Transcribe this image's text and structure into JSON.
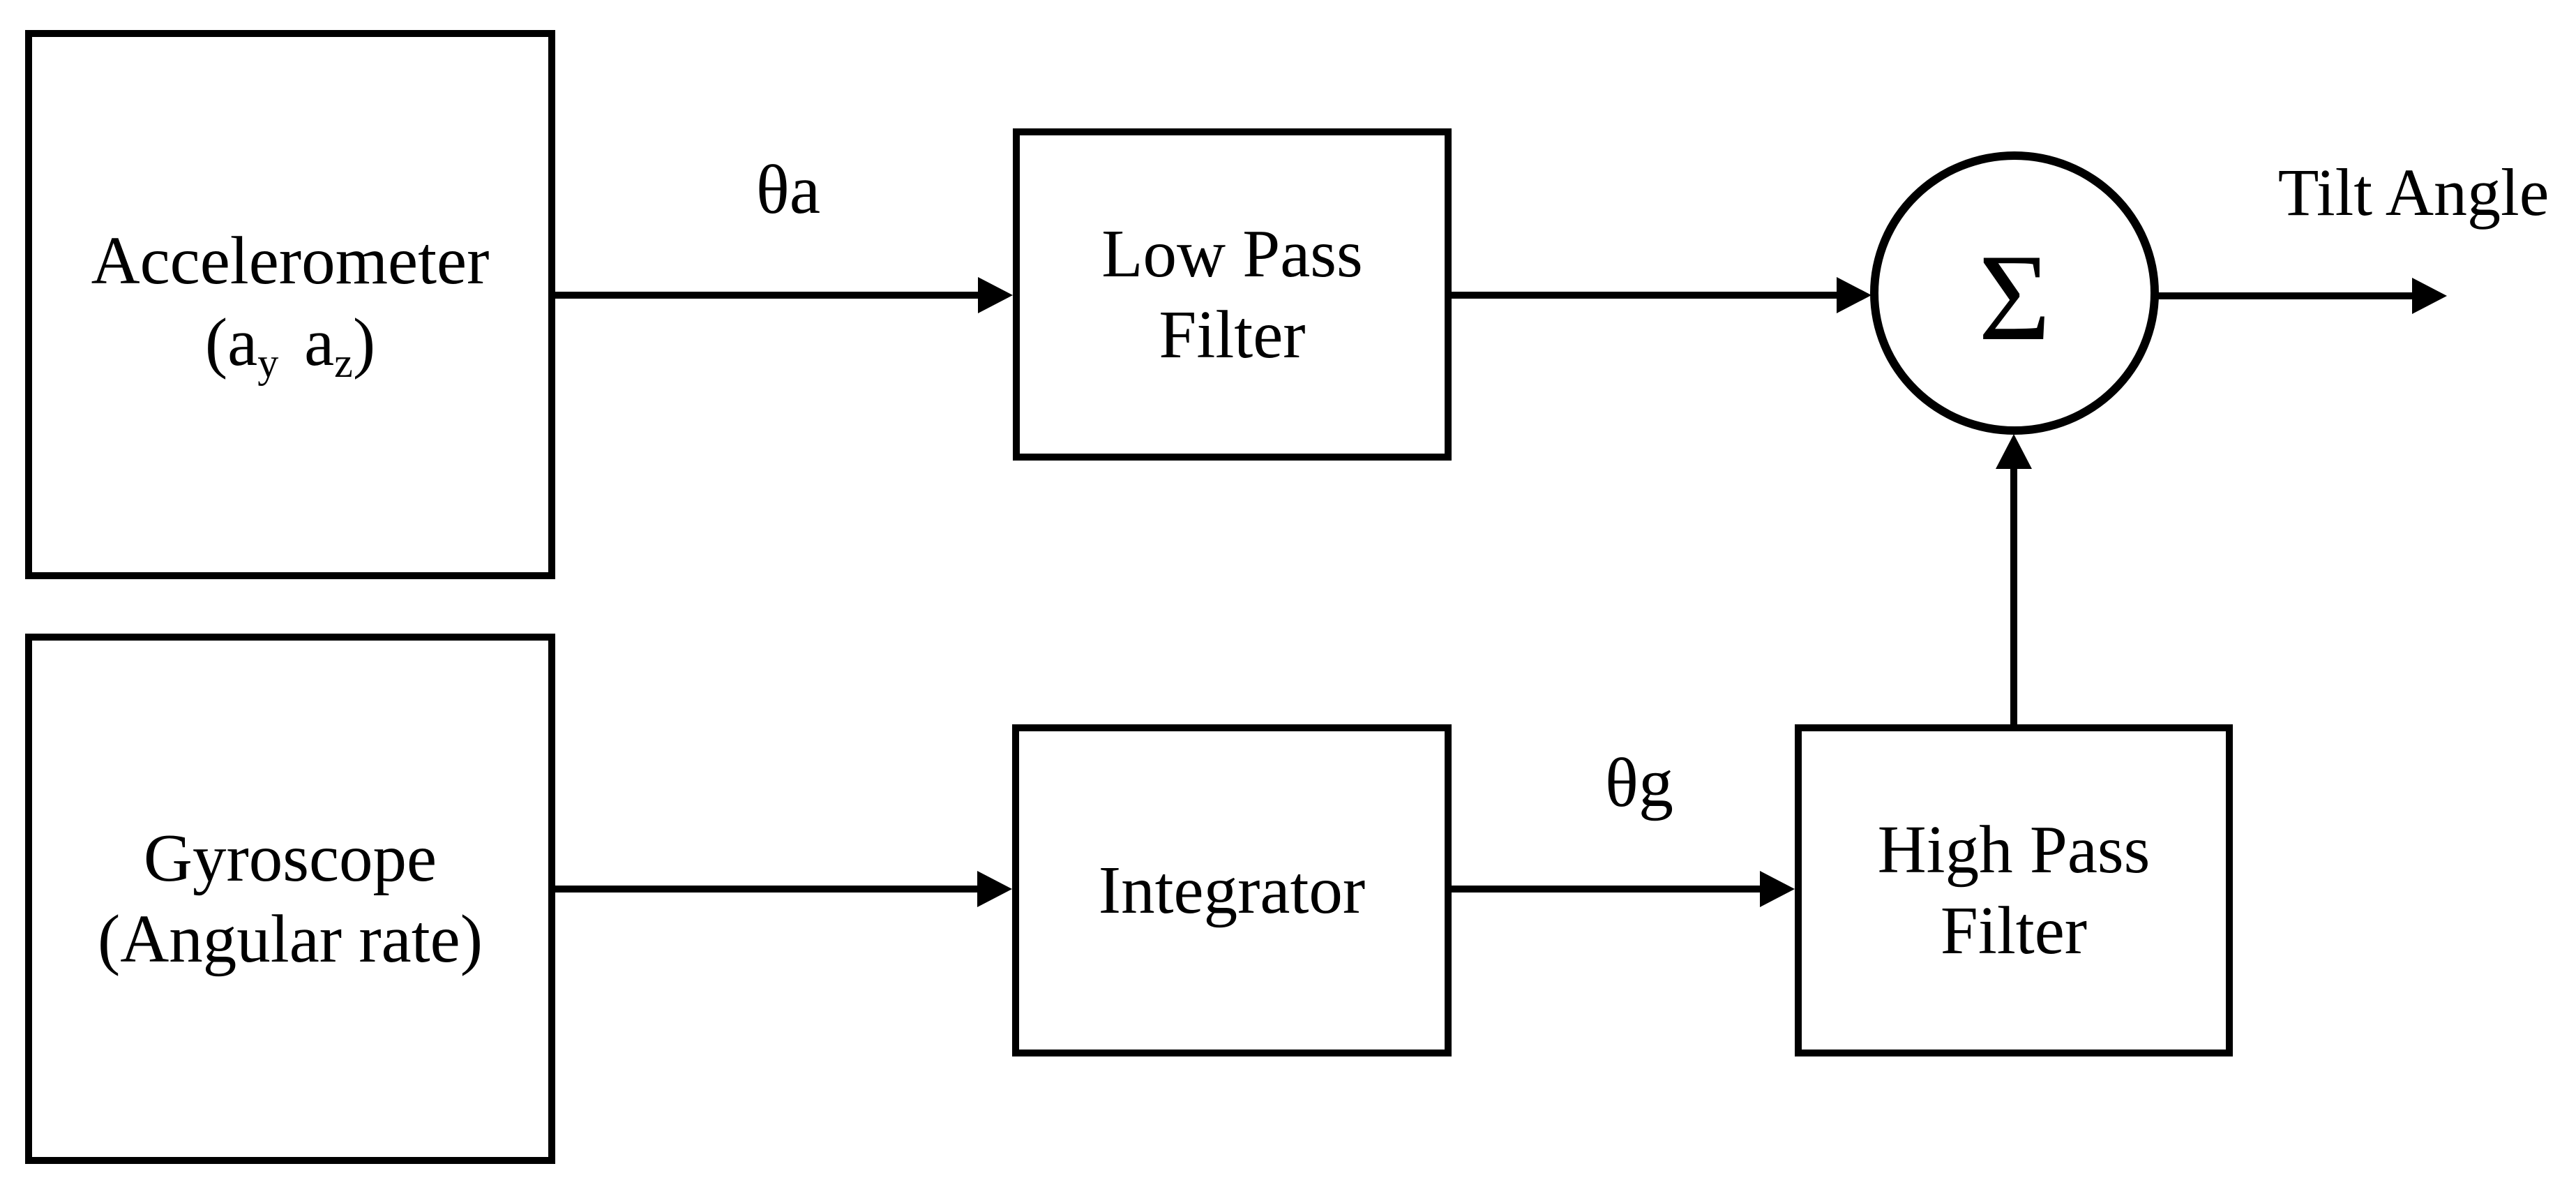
{
  "nodes": {
    "accelerometer": {
      "line1": "Accelerometer",
      "formula_open": "(a",
      "formula_sub1": "y",
      "formula_mid": "a",
      "formula_sub2": "z",
      "formula_close": ")"
    },
    "low_pass_filter": {
      "line1": "Low Pass",
      "line2": "Filter"
    },
    "gyroscope": {
      "line1": "Gyroscope",
      "line2": "(Angular rate)"
    },
    "integrator": {
      "line1": "Integrator"
    },
    "high_pass_filter": {
      "line1": "High Pass",
      "line2": "Filter"
    },
    "summation": {
      "symbol": "Σ"
    }
  },
  "labels": {
    "theta_a": "θa",
    "theta_g": "θg",
    "output": "Tilt Angle"
  },
  "colors": {
    "line": "#000000",
    "background": "#ffffff"
  }
}
